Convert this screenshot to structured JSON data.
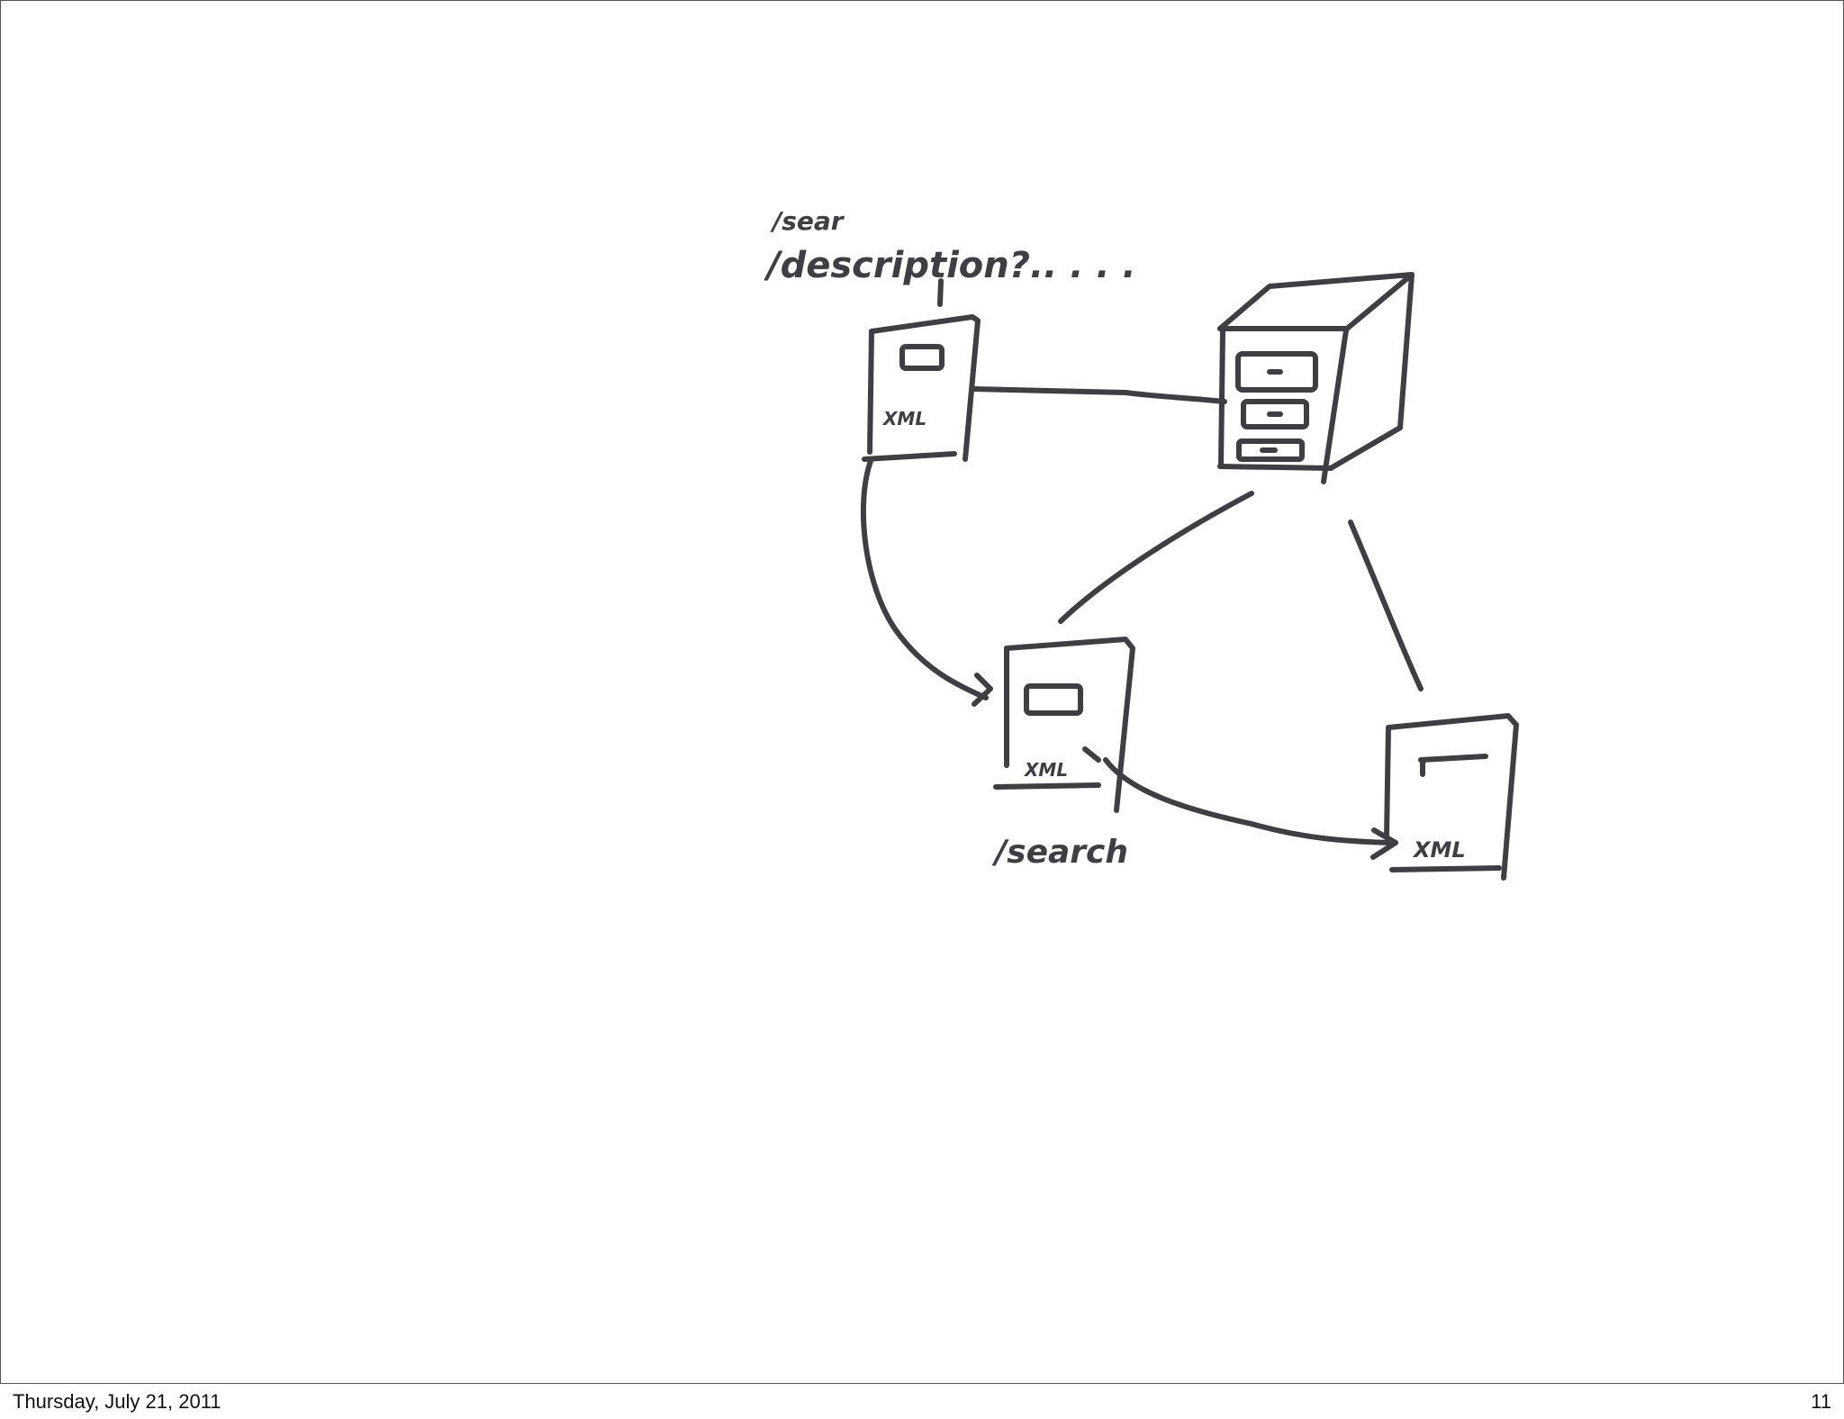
{
  "diagram": {
    "labels": {
      "top_line1": "/sear",
      "top_line2": "/description?.. . . .",
      "xml_top": "XML",
      "xml_middle": "XML",
      "xml_right": "XML",
      "search": "/search"
    },
    "icons": [
      "xml-document-icon",
      "file-cabinet-icon",
      "xml-document-icon",
      "xml-document-icon"
    ],
    "stroke_color": "#3f3f43"
  },
  "footer": {
    "date": "Thursday, July 21, 2011",
    "page_number": "11"
  }
}
